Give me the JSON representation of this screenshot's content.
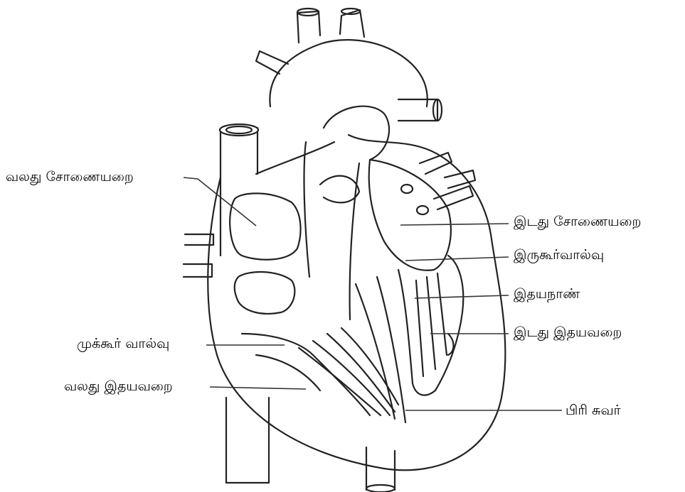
{
  "labels": {
    "right_atrium": "வலது சோணையறை",
    "left_atrium": "இடது சோணையறை",
    "mitral_valve": "இருகூர்வால்வு",
    "chordae_tendineae": "இதயநாண்",
    "left_ventricle": "இடது இதயவறை",
    "tricuspid_valve": "முக்கூர் வால்வு",
    "right_ventricle": "வலது இதயவறை",
    "septum": "பிரி சுவர்"
  }
}
